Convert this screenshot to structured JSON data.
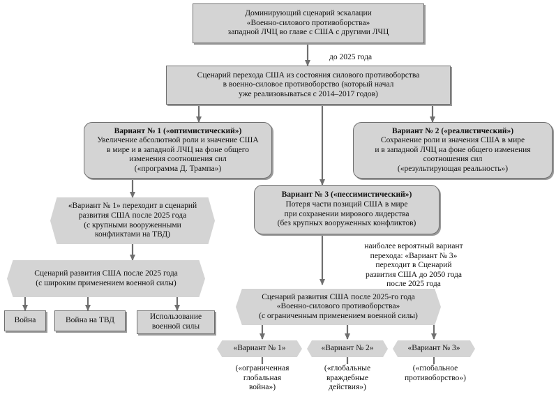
{
  "top": {
    "lines": [
      "Доминирующий сценарий эскалации",
      "«Военно-силового противоборства»",
      "западной ЛЧЦ во главе с США с другими ЛЧЦ"
    ]
  },
  "arrow_label_2025": "до 2025 года",
  "transition": {
    "lines": [
      "Сценарий перехода США из состояния силового противоборства",
      "в военно-силовое противоборство (который начал",
      "уже реализовываться с 2014–2017 годов)"
    ]
  },
  "variant1": {
    "title": "Вариант № 1 («оптимистический»)",
    "lines": [
      "Увеличение абсолютной роли и значение США",
      "в мире и в западной ЛЧЦ на фоне общего",
      "изменения соотношения сил",
      "(«программа Д. Трампа»)"
    ]
  },
  "variant2": {
    "title": "Вариант № 2 («реалистический»)",
    "lines": [
      "Сохранение роли и значения США в мире",
      "и в западной ЛЧЦ на фоне общего изменения",
      "соотношения сил",
      "(«результирующая реальность»)"
    ]
  },
  "variant3": {
    "title": "Вариант № 3 («пессимистический»)",
    "lines": [
      "Потеря части позиций США в мире",
      "при сохранении мирового лидерства",
      "(без крупных вооруженных конфликтов)"
    ]
  },
  "v1_transition": {
    "lines": [
      "«Вариант № 1» переходит в сценарий",
      "развития США после 2025 года",
      "(с крупными вооруженными",
      "конфликтами на ТВД)"
    ]
  },
  "wide_force": {
    "lines": [
      "Сценарий развития США после 2025 года",
      "(с широким применением военной силы)"
    ]
  },
  "outcomes": {
    "war": "Война",
    "war_tvd": "Война на ТВД",
    "use_force": [
      "Использование",
      "военной силы"
    ]
  },
  "probable_note": {
    "lines": [
      "наиболее вероятный вариант",
      "перехода: «Вариант № 3»",
      "переходит в Сценарий",
      "развития США до 2050 года",
      "после 2025 года"
    ]
  },
  "limited_force": {
    "lines": [
      "Сценарий развития США после 2025-го года",
      "«Военно-силового противоборства»",
      "(с ограниченным применением военной силы)"
    ]
  },
  "subvariants": [
    {
      "label": "«Вариант № 1»",
      "caption": [
        "(«ограниченная",
        "глобальная",
        "война»)"
      ]
    },
    {
      "label": "«Вариант № 2»",
      "caption": [
        "(«глобальные",
        "враждебные",
        "действия»)"
      ]
    },
    {
      "label": "«Вариант № 3»",
      "caption": [
        "(«глобальное",
        "противоборство»)"
      ]
    }
  ]
}
